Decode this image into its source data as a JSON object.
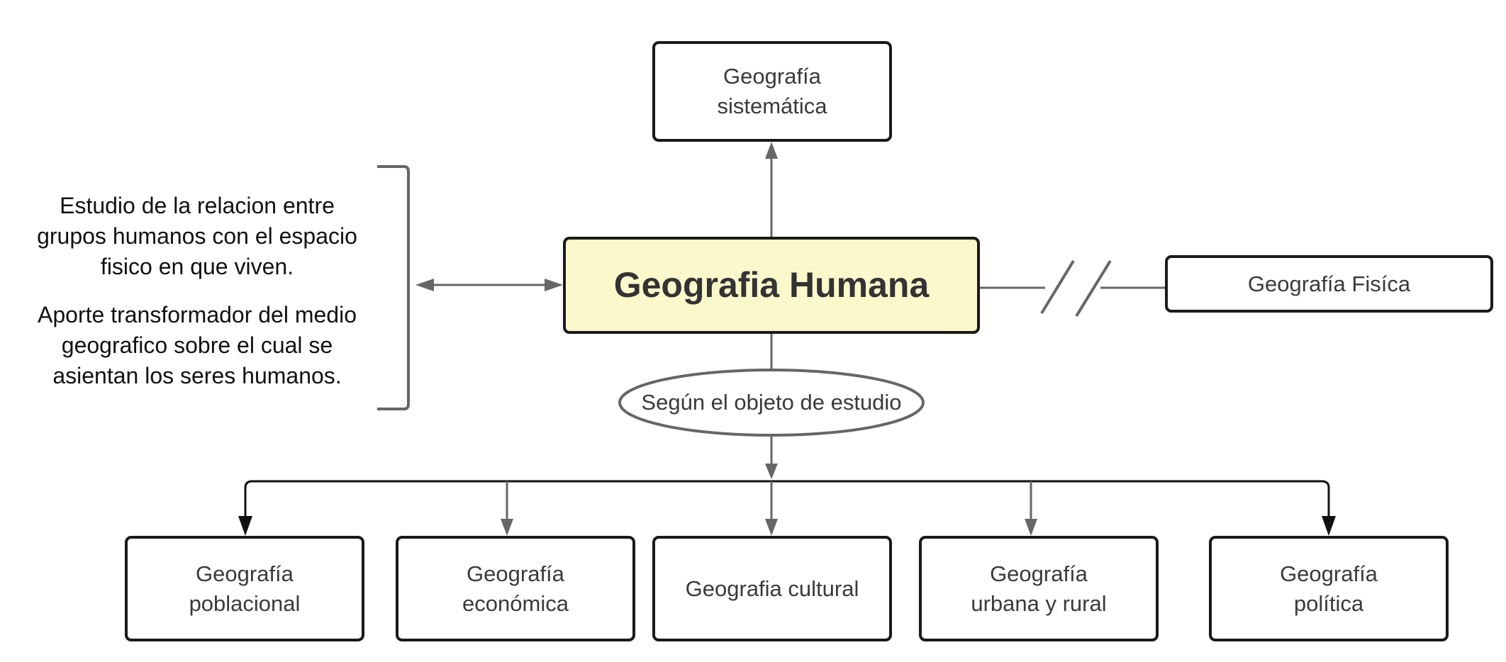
{
  "diagram": {
    "central_node": "Geografia  Humana",
    "top_node": "Geografía\nsistemática",
    "right_node": "Geografía Fisíca",
    "criterion_label": "Según el objeto de estudio",
    "description_1": "Estudio de la relacion entre\ngrupos humanos con el espacio\nfisico en que viven.",
    "description_2": "Aporte transformador del medio\ngeografico sobre el cual se\nasientan los seres humanos.",
    "branches": [
      "Geografía\npoblacional",
      "Geografía\neconómica",
      "Geografia cultural",
      "Geografía\nurbana y rural",
      "Geografía\npolítica"
    ],
    "colors": {
      "central_fill": "#fbf9cc",
      "border": "#1a1a1a",
      "connector": "#666666"
    }
  }
}
